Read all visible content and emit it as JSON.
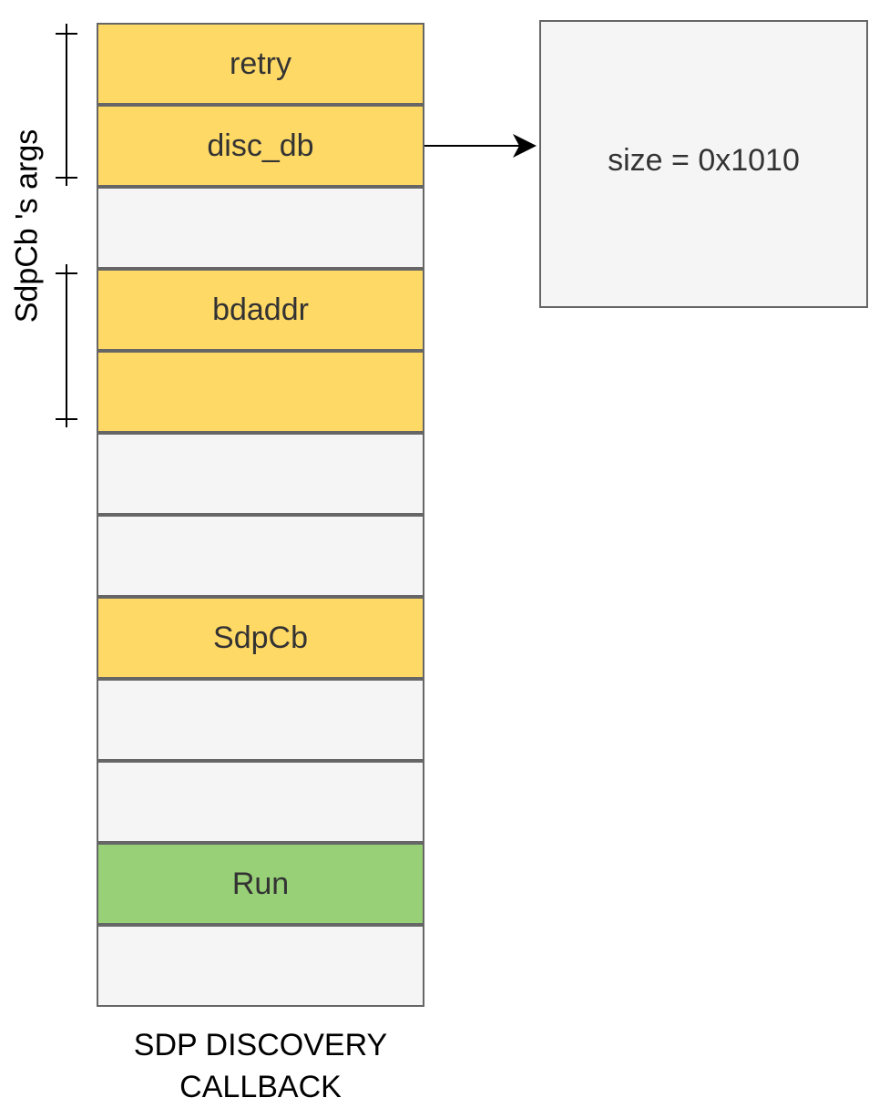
{
  "side_label": "SdpCb 's args",
  "stack": {
    "cells": [
      {
        "label": "retry",
        "color": "yellow"
      },
      {
        "label": "disc_db",
        "color": "yellow"
      },
      {
        "label": "",
        "color": "gray"
      },
      {
        "label": "bdaddr",
        "color": "yellow"
      },
      {
        "label": "",
        "color": "yellow"
      },
      {
        "label": "",
        "color": "gray"
      },
      {
        "label": "",
        "color": "gray"
      },
      {
        "label": "SdpCb",
        "color": "yellow"
      },
      {
        "label": "",
        "color": "gray"
      },
      {
        "label": "",
        "color": "gray"
      },
      {
        "label": "Run",
        "color": "green"
      },
      {
        "label": "",
        "color": "gray"
      }
    ]
  },
  "size_box": {
    "label": "size = 0x1010"
  },
  "caption": {
    "line1": "SDP DISCOVERY",
    "line2": "CALLBACK"
  },
  "colors": {
    "yellow": "#ffd966",
    "green": "#97d077",
    "gray": "#f5f5f5",
    "border": "#666666"
  }
}
